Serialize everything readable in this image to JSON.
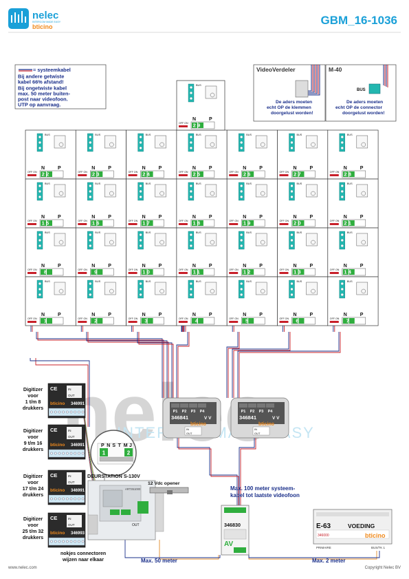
{
  "header": {
    "brand": "nelec",
    "brand_sub": "INTERCOM MADE EASY",
    "brand2": "bticino",
    "doc_id": "GBM_16-1036"
  },
  "legend": {
    "title": "= systeemkabel",
    "lines": [
      "Bij andere getwiste",
      "kabel 66% afstand!",
      "Bij ongetwiste kabel",
      "max. 50 meter buiten-",
      "post naar videofoon.",
      "UTP op aanvraag."
    ]
  },
  "videoverdeler": {
    "title": "VideoVerdeler",
    "lines": [
      "De aders moeten",
      "echt OP de klemmen",
      "doorgelust worden!"
    ]
  },
  "m40": {
    "title": "M-40",
    "bus_label": "BUS",
    "lines": [
      "De aders moeten",
      "echt OP de connector",
      "doorgelust worden!"
    ]
  },
  "monitor": {
    "bus_label": "BUS",
    "off_on": "OFF ON",
    "n": "N",
    "p": "P"
  },
  "grid": {
    "rows": [
      [
        "22",
        "23",
        "24",
        "25",
        "26",
        "27",
        "28"
      ],
      [
        "15",
        "16",
        "17",
        "18",
        "19",
        "20",
        "21"
      ],
      [
        "8",
        "9",
        "10",
        "11",
        "12",
        "13",
        "14"
      ],
      [
        "1",
        "2",
        "3",
        "4",
        "5",
        "6",
        "7"
      ]
    ],
    "top_extra": "29"
  },
  "distributors": [
    {
      "id": "346841",
      "ports": [
        "P1",
        "P2",
        "P3",
        "P4"
      ],
      "vv": "V V",
      "in": "IN",
      "out": "OUT",
      "brand": "bticino"
    },
    {
      "id": "346841",
      "ports": [
        "P1",
        "P2",
        "P3",
        "P4"
      ],
      "vv": "V V",
      "in": "IN",
      "out": "OUT",
      "brand": "bticino"
    }
  ],
  "digitizers": [
    {
      "label": [
        "Digitizer",
        "voor",
        "1 t/m 8",
        "drukkers"
      ],
      "code": "346991"
    },
    {
      "label": [
        "Digitizer",
        "voor",
        "9 t/m 16",
        "drukkers"
      ],
      "code": "346991"
    },
    {
      "label": [
        "Digitizer",
        "voor",
        "17 t/m 24",
        "drukkers"
      ],
      "code": "346991"
    },
    {
      "label": [
        "Digitizer",
        "voor",
        "25 t/m 32",
        "drukkers"
      ],
      "code": "346993"
    }
  ],
  "digitizer_io": {
    "ce": "CE",
    "in": "IN",
    "out": "OUT",
    "brand": "bticino"
  },
  "connector_zoom": {
    "pins": [
      "P",
      "N",
      "S",
      "T",
      "M",
      "J"
    ],
    "num_left": "1",
    "num_right": "2"
  },
  "door_station": {
    "label": "DEURSTATION S-130V",
    "code": "ART351000",
    "out": "OUT"
  },
  "opener": {
    "label": "12 Vdc opener"
  },
  "annotations": {
    "notches": [
      "nokjes connectoren",
      "wijzen naar elkaar"
    ],
    "max50": "Max. 50 meter",
    "max100": [
      "Max. 100 meter systeem-",
      "kabel tot laatste videofoon"
    ],
    "max2": "Max. 2 meter",
    "footer_left": "www.nelec.com",
    "footer_right": "Copyright Nelec BV"
  },
  "module346830": {
    "code": "346830",
    "av": "AV"
  },
  "psu": {
    "model": "E-63",
    "label": "VOEDING",
    "code": "346000",
    "brand": "bticino",
    "left_term": "PRIMAIRE",
    "right_term": "BUS/TK 1"
  },
  "colors": {
    "accent": "#1aa0d8",
    "navy": "#1a2f8a",
    "green": "#2fae3e",
    "teal": "#23b7b0",
    "red": "#c8202a",
    "orange": "#e08a2a"
  }
}
